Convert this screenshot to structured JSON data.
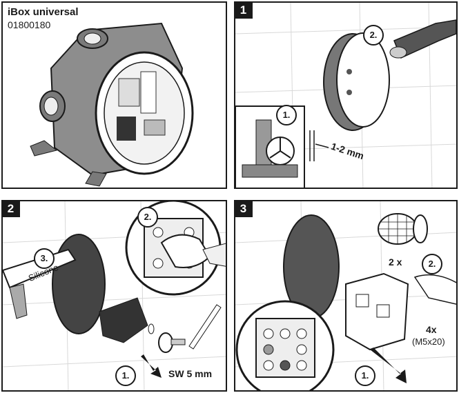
{
  "overview": {
    "title": "iBox universal",
    "code": "01800180"
  },
  "panel1": {
    "number": "1",
    "step_2": "2.",
    "step_1": "1.",
    "measure": "1-2 mm"
  },
  "panel2": {
    "number": "2",
    "step_3": "3.",
    "step_2": "2.",
    "step_1": "1.",
    "silicone": "Silicone",
    "wrench": "SW 5 mm"
  },
  "panel3": {
    "number": "3",
    "step_2": "2.",
    "step_1": "1.",
    "qty_2x": "2 x",
    "qty_4x": "4x",
    "screw": "(M5x20)"
  },
  "colors": {
    "frame": "#1a1a1a",
    "tile_line": "#d8d8d8",
    "fill_grey": "#9a9a9a",
    "fill_dark": "#555555"
  }
}
